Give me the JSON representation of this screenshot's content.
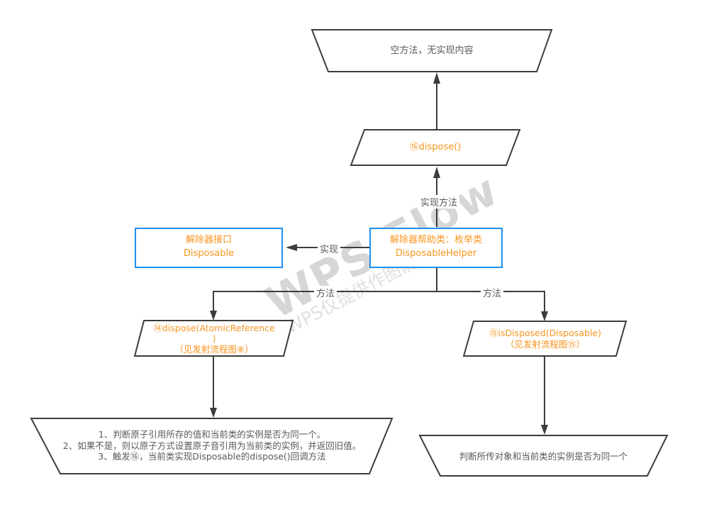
{
  "colors": {
    "accent_orange": "#f7941e",
    "accent_blue": "#1e90f0",
    "line": "#3c3c3c",
    "text_gray": "#595959",
    "watermark_big": "#d6d6d6",
    "watermark_small": "#e0e0e0"
  },
  "watermark": {
    "title": "WPS Flow",
    "subtitle": "WPS仅提供作图能力"
  },
  "nodes": {
    "empty_method": {
      "text": "空方法，无实现内容"
    },
    "dispose": {
      "text": "⑯dispose()"
    },
    "helper": {
      "line1": "解除器帮助类：枚举类",
      "line2": "DisposableHelper"
    },
    "disposable": {
      "line1": "解除器接口",
      "line2": "Disposable"
    },
    "dispose_atomic": {
      "line1": "⑭dispose(AtomicReference",
      "line2": ")",
      "line3": "（见发射流程图⑧）"
    },
    "is_disposed": {
      "line1": "⑮isDisposed(Disposable)",
      "line2": "（见发射流程图⑮）"
    },
    "atomic_steps": {
      "line1": "1、判断原子引用所存的值和当前类的实例是否为同一个。",
      "line2": "2、如果不是，则以原子方式设置原子音引用为当前类的实例，并返回旧值。",
      "line3": "3、触发⑯，当前类实现Disposable的dispose()回调方法"
    },
    "judge_same": {
      "text": "判断所传对象和当前类的实例是否为同一个"
    }
  },
  "edge_labels": {
    "implement_method": "实现方法",
    "implement": "实现",
    "method_left": "方法",
    "method_right": "方法"
  }
}
